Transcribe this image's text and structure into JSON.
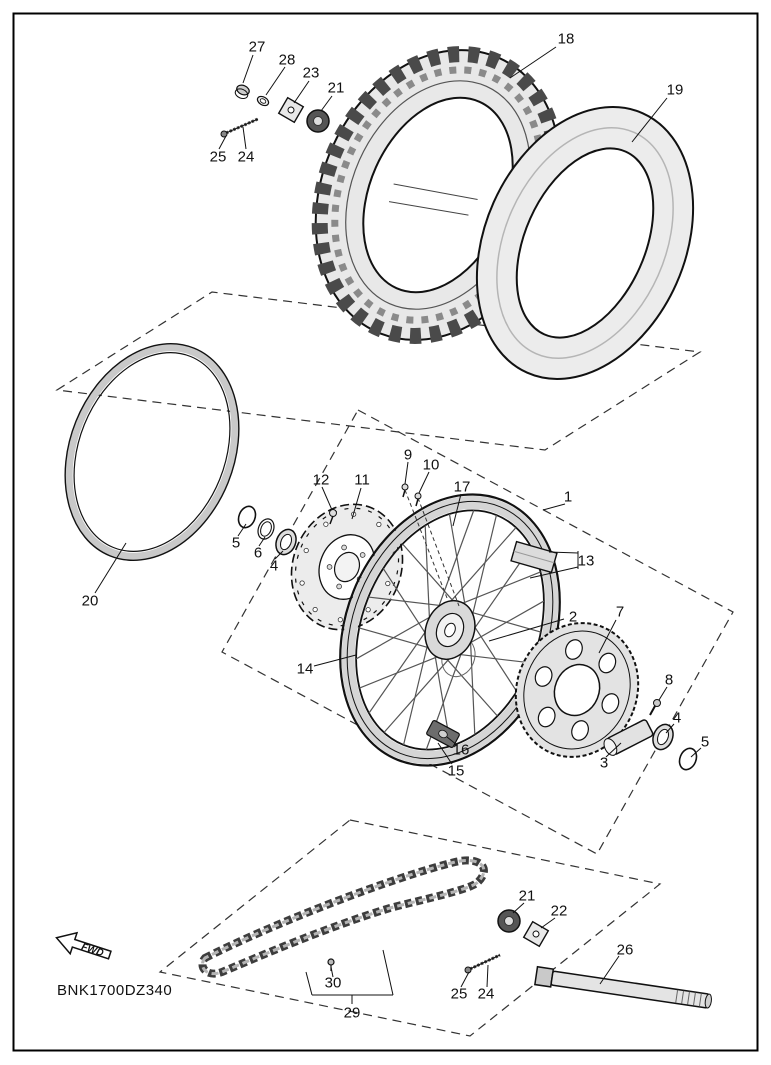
{
  "diagram": {
    "part_code": "BNK1700DZ340",
    "fwd_label": "FWD",
    "callouts": [
      "27",
      "28",
      "23",
      "21",
      "18",
      "19",
      "25",
      "24",
      "9",
      "10",
      "12",
      "11",
      "17",
      "1",
      "5",
      "6",
      "4",
      "13",
      "20",
      "2",
      "7",
      "14",
      "8",
      "4",
      "5",
      "3",
      "16",
      "15",
      "21",
      "22",
      "26",
      "30",
      "25",
      "24",
      "29"
    ]
  }
}
